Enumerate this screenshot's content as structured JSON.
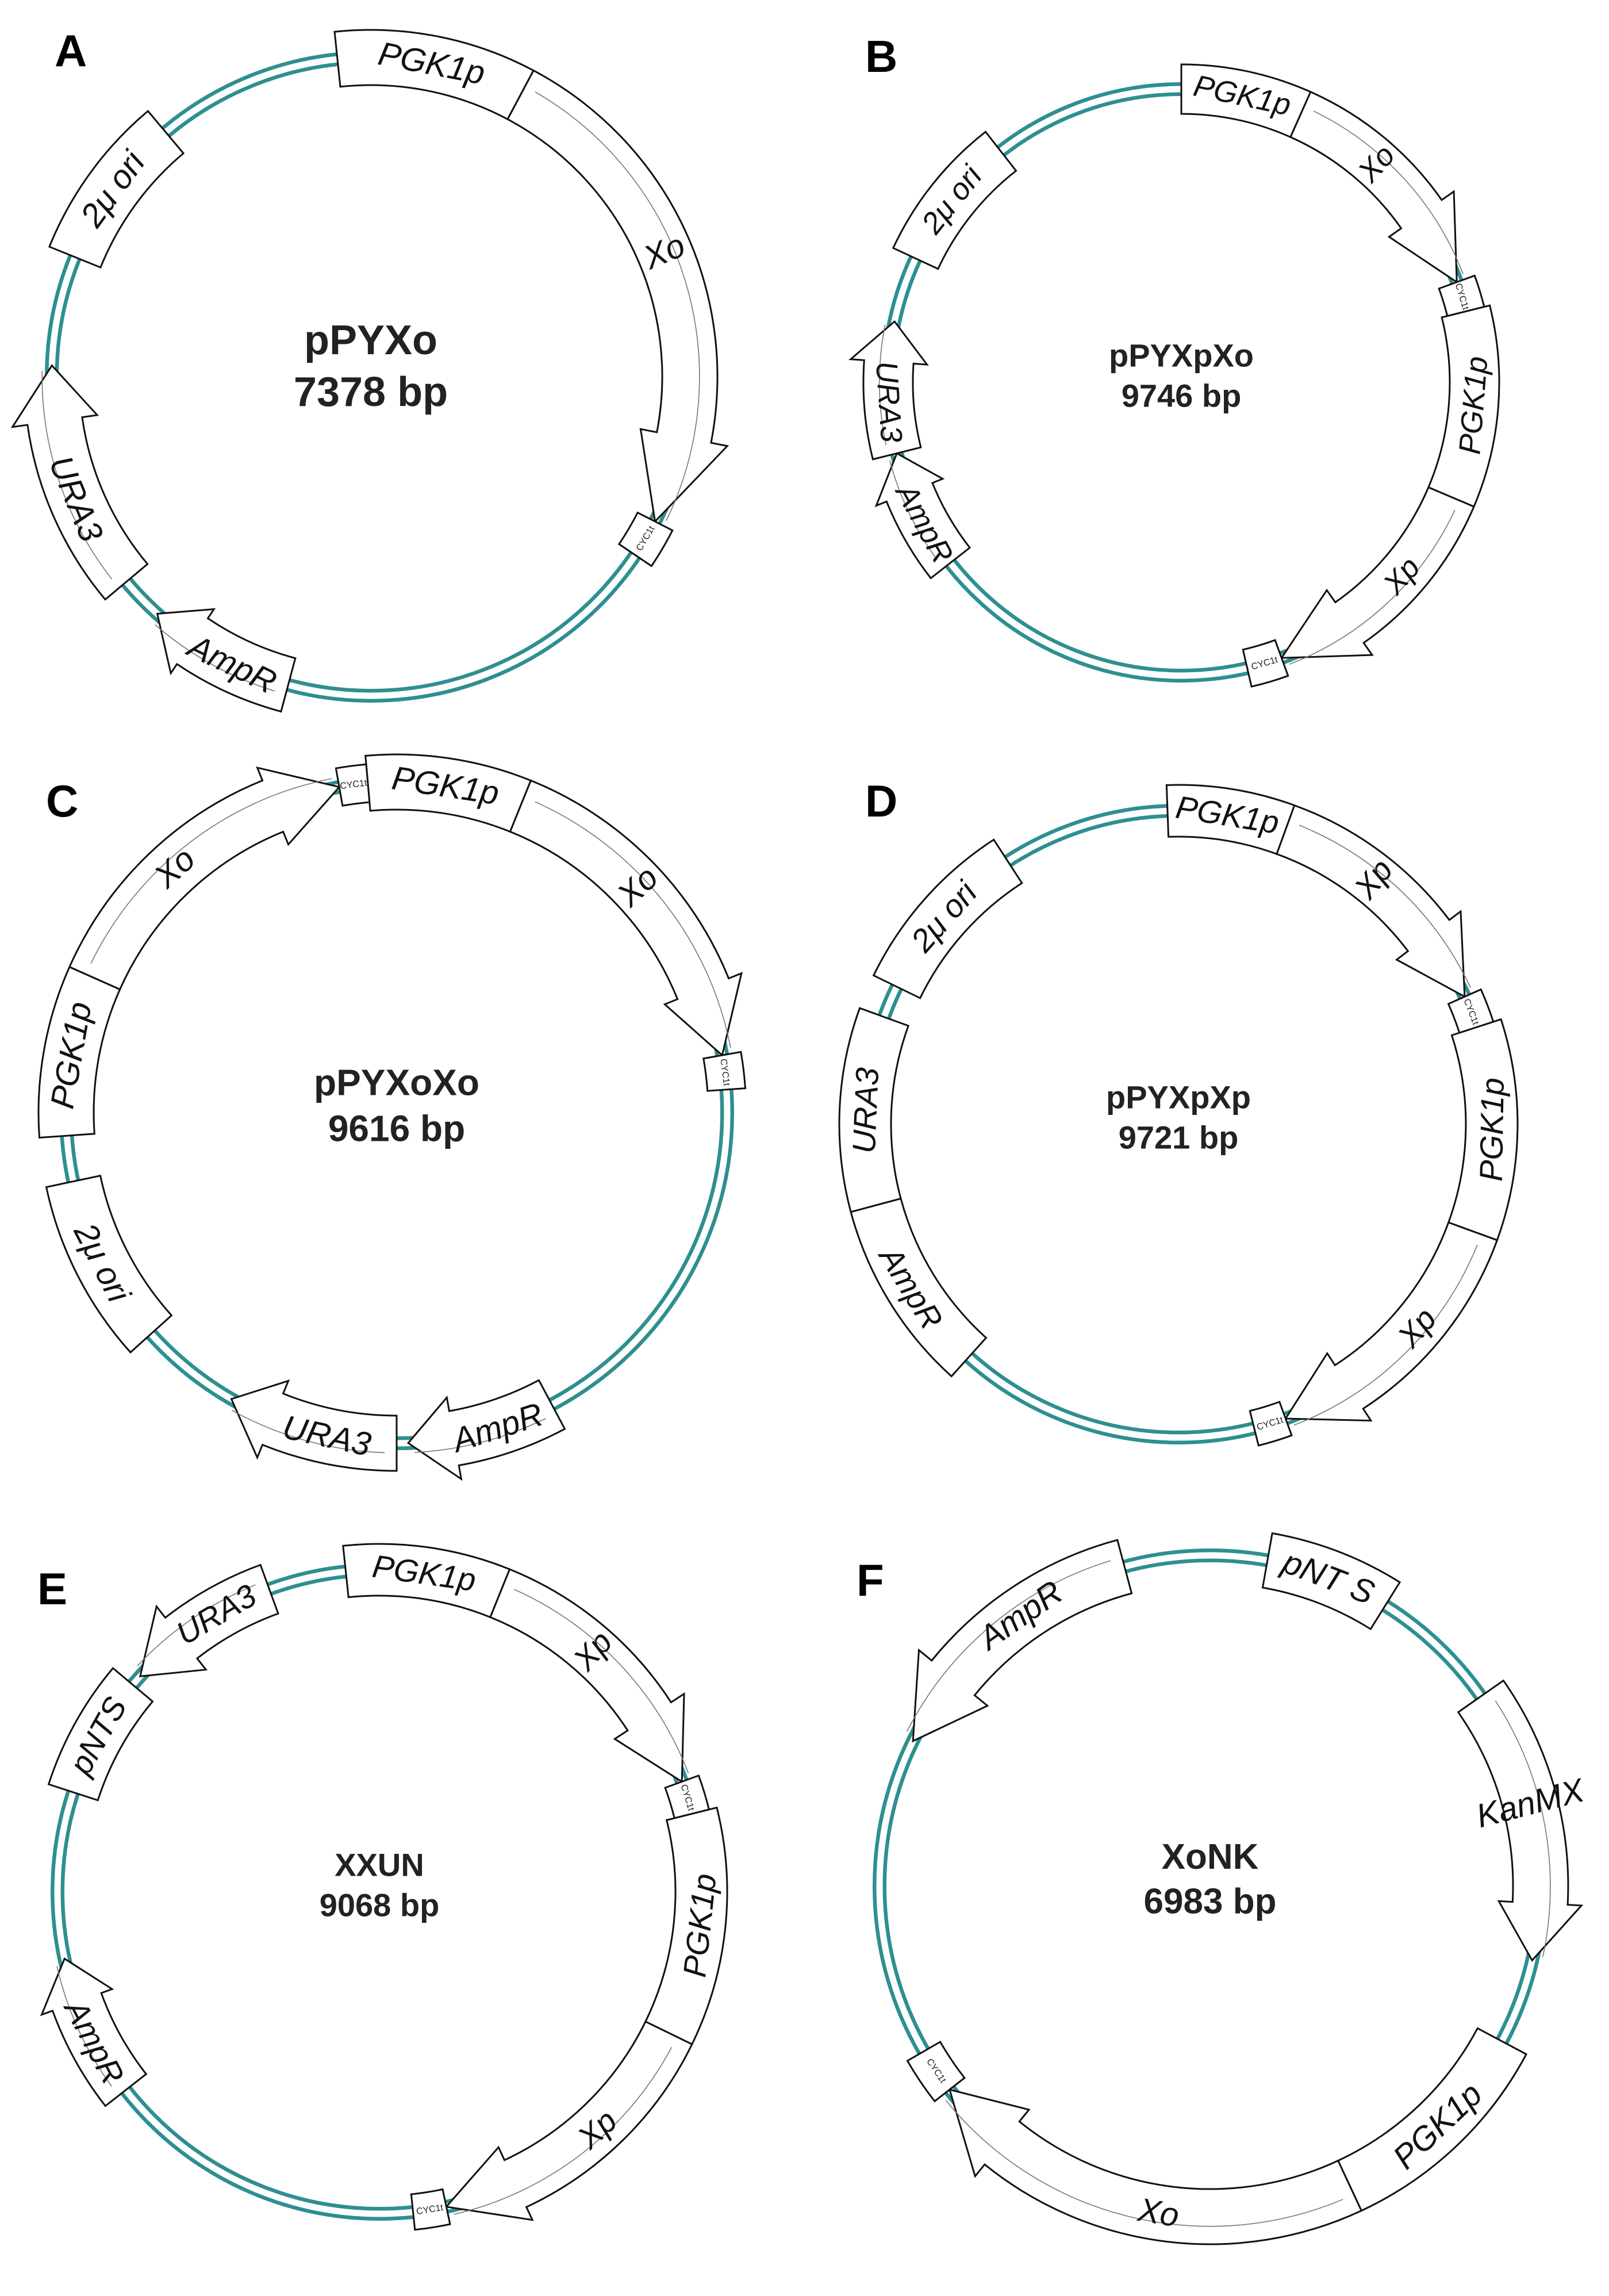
{
  "figure": {
    "panels": [
      {
        "label": "A",
        "name": "pPYXo",
        "size": "7378 bp",
        "features": [
          {
            "label": "PGK1p",
            "shape": "box"
          },
          {
            "label": "Xo",
            "shape": "arrow"
          },
          {
            "label": "CYC1t",
            "shape": "tiny"
          },
          {
            "label": "AmpR",
            "shape": "arrow"
          },
          {
            "label": "URA3",
            "shape": "arrow"
          },
          {
            "label": "2μ ori",
            "shape": "box"
          }
        ]
      },
      {
        "label": "B",
        "name": "pPYXpXo",
        "size": "9746 bp",
        "features": [
          {
            "label": "PGK1p",
            "shape": "box"
          },
          {
            "label": "Xo",
            "shape": "arrow"
          },
          {
            "label": "CYC1t",
            "shape": "tiny"
          },
          {
            "label": "PGK1p",
            "shape": "box"
          },
          {
            "label": "Xp",
            "shape": "arrow"
          },
          {
            "label": "CYC1t",
            "shape": "tiny"
          },
          {
            "label": "AmpR",
            "shape": "arrow"
          },
          {
            "label": "URA3",
            "shape": "arrow"
          },
          {
            "label": "2μ ori",
            "shape": "box"
          }
        ]
      },
      {
        "label": "C",
        "name": "pPYXoXo",
        "size": "9616 bp",
        "features": [
          {
            "label": "PGK1p",
            "shape": "box"
          },
          {
            "label": "Xo",
            "shape": "arrow"
          },
          {
            "label": "CYC1t",
            "shape": "tiny"
          },
          {
            "label": "AmpR",
            "shape": "arrow"
          },
          {
            "label": "URA3",
            "shape": "arrow"
          },
          {
            "label": "2μ ori",
            "shape": "box"
          },
          {
            "label": "PGK1p",
            "shape": "box"
          },
          {
            "label": "Xo",
            "shape": "arrow"
          },
          {
            "label": "CYC1t",
            "shape": "tiny"
          }
        ]
      },
      {
        "label": "D",
        "name": "pPYXpXp",
        "size": "9721 bp",
        "features": [
          {
            "label": "PGK1p",
            "shape": "box"
          },
          {
            "label": "Xp",
            "shape": "arrow"
          },
          {
            "label": "CYC1t",
            "shape": "tiny"
          },
          {
            "label": "PGK1p",
            "shape": "box"
          },
          {
            "label": "Xp",
            "shape": "arrow"
          },
          {
            "label": "CYC1t",
            "shape": "tiny"
          },
          {
            "label": "AmpR",
            "shape": "box"
          },
          {
            "label": "URA3",
            "shape": "box"
          },
          {
            "label": "2μ ori",
            "shape": "box"
          }
        ]
      },
      {
        "label": "E",
        "name": "XXUN",
        "size": "9068 bp",
        "features": [
          {
            "label": "PGK1p",
            "shape": "box"
          },
          {
            "label": "Xp",
            "shape": "arrow"
          },
          {
            "label": "CYC1t",
            "shape": "tiny"
          },
          {
            "label": "PGK1p",
            "shape": "box"
          },
          {
            "label": "Xp",
            "shape": "arrow"
          },
          {
            "label": "CYC1t",
            "shape": "tiny"
          },
          {
            "label": "AmpR",
            "shape": "arrow"
          },
          {
            "label": "pNTS",
            "shape": "box"
          },
          {
            "label": "URA3",
            "shape": "arrow"
          }
        ]
      },
      {
        "label": "F",
        "name": "XoNK",
        "size": "6983 bp",
        "features": [
          {
            "label": "pNT S",
            "shape": "box"
          },
          {
            "label": "KanMX",
            "shape": "arrow"
          },
          {
            "label": "PGK1p",
            "shape": "box"
          },
          {
            "label": "Xo",
            "shape": "arrow"
          },
          {
            "label": "CYC1t",
            "shape": "tiny"
          },
          {
            "label": "AmpR",
            "shape": "arrow"
          }
        ]
      }
    ],
    "colors": {
      "backbone": "#2e8f90",
      "feature_fill": "#ffffff",
      "feature_outline": "#111111",
      "text": "#111111"
    }
  }
}
